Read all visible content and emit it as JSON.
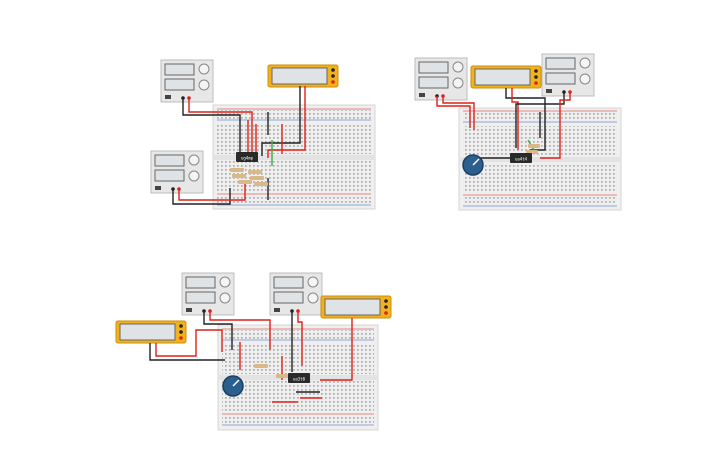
{
  "canvas": {
    "background": "#ffffff"
  },
  "colors": {
    "wire_red": "#e0201a",
    "wire_black": "#222222",
    "wire_green": "#3aa845",
    "multimeter_body": "#f2b21b",
    "multimeter_screen": "#dfe3e6",
    "supply_body": "#e7e7e7",
    "breadboard": "#efefef",
    "potentiometer": "#2b5f8f",
    "chip": "#2a2a2a"
  },
  "circuits": [
    {
      "name": "circuit-top-left",
      "chip_label": "ug4mp",
      "power_supplies": 2,
      "multimeters": 1,
      "has_potentiometer": false
    },
    {
      "name": "circuit-top-right",
      "chip_label": "ua4t4",
      "power_supplies": 2,
      "multimeters": 1,
      "has_potentiometer": true
    },
    {
      "name": "circuit-bottom",
      "chip_label": "ua3t0",
      "power_supplies": 2,
      "multimeters": 2,
      "has_potentiometer": true
    }
  ]
}
